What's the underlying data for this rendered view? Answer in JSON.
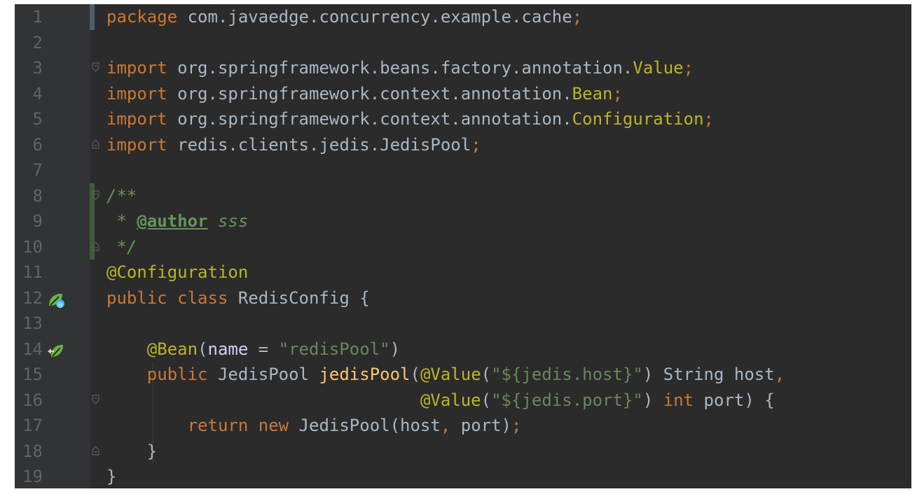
{
  "colors": {
    "background": "#2b2b2b",
    "gutter": "#313335",
    "keyword": "#cc7832",
    "annotation": "#bbb529",
    "string": "#6a8759",
    "comment": "#629755",
    "method": "#ffc66d",
    "text": "#a9b7c6"
  },
  "lines": [
    {
      "num": "1",
      "tokens": [
        {
          "t": "package",
          "c": "kw"
        },
        {
          "t": " com.javaedge.concurrency.example.cache",
          "c": "cls"
        },
        {
          "t": ";",
          "c": "kw"
        }
      ]
    },
    {
      "num": "2",
      "tokens": []
    },
    {
      "num": "3",
      "tokens": [
        {
          "t": "import",
          "c": "kw"
        },
        {
          "t": " org.springframework.beans.factory.annotation.",
          "c": "cls"
        },
        {
          "t": "Value",
          "c": "lastcls"
        },
        {
          "t": ";",
          "c": "kw"
        }
      ]
    },
    {
      "num": "4",
      "tokens": [
        {
          "t": "import",
          "c": "kw"
        },
        {
          "t": " org.springframework.context.annotation.",
          "c": "cls"
        },
        {
          "t": "Bean",
          "c": "lastcls"
        },
        {
          "t": ";",
          "c": "kw"
        }
      ]
    },
    {
      "num": "5",
      "tokens": [
        {
          "t": "import",
          "c": "kw"
        },
        {
          "t": " org.springframework.context.annotation.",
          "c": "cls"
        },
        {
          "t": "Configuration",
          "c": "lastcls"
        },
        {
          "t": ";",
          "c": "kw"
        }
      ]
    },
    {
      "num": "6",
      "tokens": [
        {
          "t": "import",
          "c": "kw"
        },
        {
          "t": " redis.clients.jedis.JedisPool",
          "c": "cls"
        },
        {
          "t": ";",
          "c": "kw"
        }
      ]
    },
    {
      "num": "7",
      "tokens": []
    },
    {
      "num": "8",
      "tokens": [
        {
          "t": "/**",
          "c": "cmt"
        }
      ]
    },
    {
      "num": "9",
      "tokens": [
        {
          "t": " * ",
          "c": "cmt"
        },
        {
          "t": "@author",
          "c": "doctag"
        },
        {
          "t": " sss",
          "c": "cmt"
        }
      ]
    },
    {
      "num": "10",
      "tokens": [
        {
          "t": " */",
          "c": "cmt"
        }
      ]
    },
    {
      "num": "11",
      "tokens": [
        {
          "t": "@Configuration",
          "c": "ann"
        }
      ]
    },
    {
      "num": "12",
      "tokens": [
        {
          "t": "public class",
          "c": "kw"
        },
        {
          "t": " RedisConfig {",
          "c": "cls"
        }
      ]
    },
    {
      "num": "13",
      "tokens": []
    },
    {
      "num": "14",
      "tokens": [
        {
          "t": "    ",
          "c": "cls"
        },
        {
          "t": "@Bean",
          "c": "ann"
        },
        {
          "t": "(",
          "c": "cls"
        },
        {
          "t": "name",
          "c": "nm"
        },
        {
          "t": " = ",
          "c": "cls"
        },
        {
          "t": "\"redisPool\"",
          "c": "str"
        },
        {
          "t": ")",
          "c": "cls"
        }
      ]
    },
    {
      "num": "15",
      "tokens": [
        {
          "t": "    ",
          "c": "cls"
        },
        {
          "t": "public",
          "c": "kw"
        },
        {
          "t": " JedisPool ",
          "c": "cls"
        },
        {
          "t": "jedisPool",
          "c": "fn"
        },
        {
          "t": "(",
          "c": "cls"
        },
        {
          "t": "@Value",
          "c": "ann"
        },
        {
          "t": "(",
          "c": "cls"
        },
        {
          "t": "\"${jedis.host}\"",
          "c": "str"
        },
        {
          "t": ") String host",
          "c": "cls"
        },
        {
          "t": ",",
          "c": "kw"
        }
      ]
    },
    {
      "num": "16",
      "tokens": [
        {
          "t": "                               ",
          "c": "cls"
        },
        {
          "t": "@Value",
          "c": "ann"
        },
        {
          "t": "(",
          "c": "cls"
        },
        {
          "t": "\"${jedis.port}\"",
          "c": "str"
        },
        {
          "t": ") ",
          "c": "cls"
        },
        {
          "t": "int",
          "c": "kw"
        },
        {
          "t": " port) {",
          "c": "cls"
        }
      ]
    },
    {
      "num": "17",
      "tokens": [
        {
          "t": "        ",
          "c": "cls"
        },
        {
          "t": "return new",
          "c": "kw"
        },
        {
          "t": " JedisPool(host",
          "c": "cls"
        },
        {
          "t": ",",
          "c": "kw"
        },
        {
          "t": " port)",
          "c": "cls"
        },
        {
          "t": ";",
          "c": "kw"
        }
      ]
    },
    {
      "num": "18",
      "tokens": [
        {
          "t": "    }",
          "c": "cls"
        }
      ]
    },
    {
      "num": "19",
      "tokens": [
        {
          "t": "}",
          "c": "cls"
        }
      ]
    }
  ],
  "gutter_icons": [
    {
      "line": "12",
      "icon": "spring-bean-class-icon"
    },
    {
      "line": "14",
      "icon": "spring-bean-method-icon"
    }
  ],
  "fold_markers": [
    {
      "line": "3",
      "kind": "open"
    },
    {
      "line": "6",
      "kind": "close"
    },
    {
      "line": "8",
      "kind": "open"
    },
    {
      "line": "10",
      "kind": "close"
    },
    {
      "line": "16",
      "kind": "open"
    },
    {
      "line": "18",
      "kind": "close"
    }
  ]
}
